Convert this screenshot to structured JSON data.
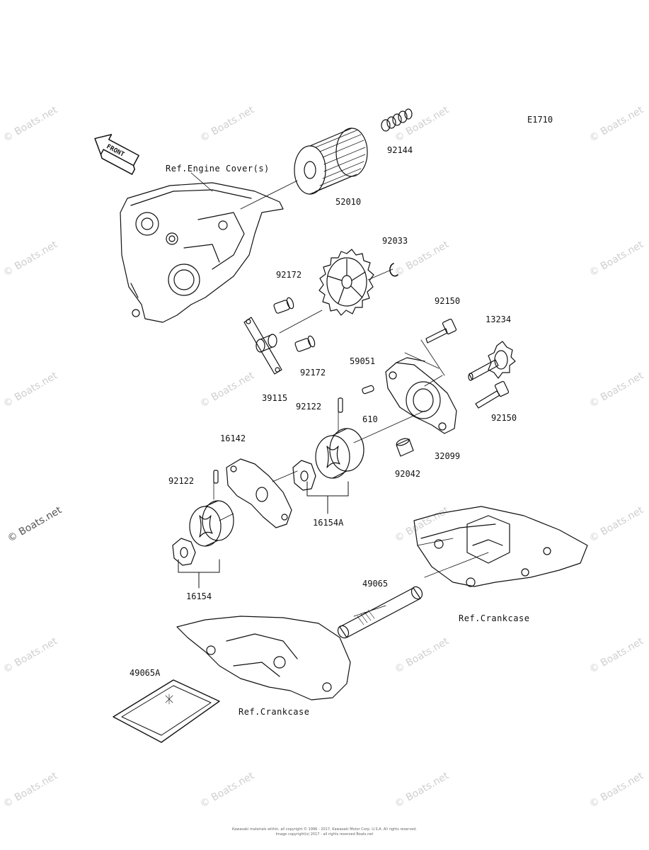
{
  "diagram_code": "E1710",
  "front_badge": "FRONT",
  "watermark_text": "© Boats.net",
  "references": {
    "engine_cover": "Ref.Engine Cover(s)",
    "crankcase_right": "Ref.Crankcase",
    "crankcase_bottom": "Ref.Crankcase"
  },
  "parts": {
    "p92144": "92144",
    "p52010": "52010",
    "p92033": "92033",
    "p92172a": "92172",
    "p92172b": "92172",
    "p59051": "59051",
    "p39115": "39115",
    "p92150a": "92150",
    "p13234": "13234",
    "p92150b": "92150",
    "p92122a": "92122",
    "p610": "610",
    "p32099": "32099",
    "p92042": "92042",
    "p16142": "16142",
    "p92122b": "92122",
    "p16154A": "16154A",
    "p16154": "16154",
    "p49065": "49065",
    "p49065A": "49065A"
  },
  "copyright": {
    "line1": "Kawasaki materials within, all copyright © 1996 - 2017, Kawasaki Motor Corp. U.S.A. All rights reserved.",
    "line2": "Image copyright(s) 2017 - all rights reserved Boats.net"
  }
}
